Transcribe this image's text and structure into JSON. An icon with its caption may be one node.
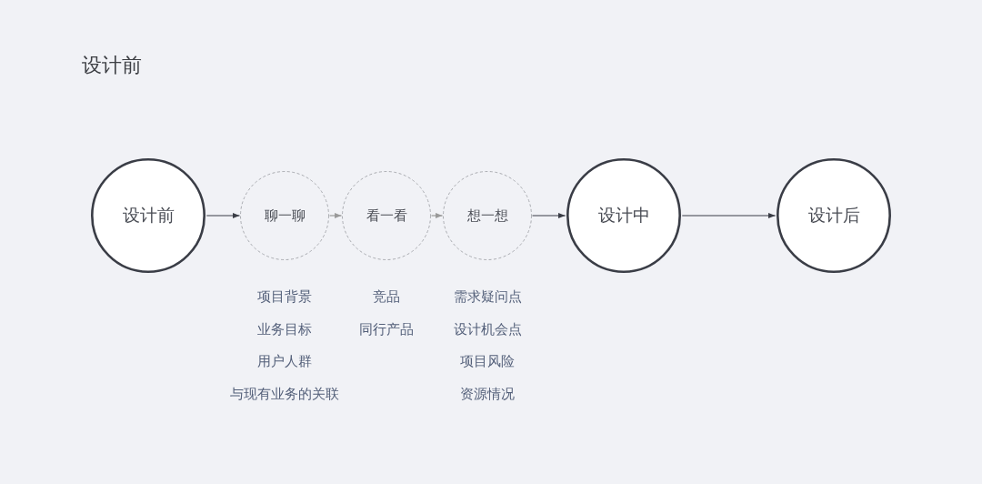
{
  "diagram": {
    "title": "设计前",
    "nodes": [
      {
        "text": [
          "设计前"
        ]
      },
      {
        "text": [
          "聊一聊"
        ],
        "beside": [
          "项目背景",
          "业务目标",
          "用户人群",
          "与现有业务的关联"
        ]
      },
      {
        "text": [
          "看一看"
        ],
        "beside": [
          "竞品",
          "同行产品"
        ]
      },
      {
        "text": [
          "想一想"
        ],
        "beside": [
          "需求疑问点",
          "设计机会点",
          "项目风险",
          "资源情况"
        ]
      },
      {
        "text": [
          "设计中"
        ]
      },
      {
        "text": [
          "设计后"
        ]
      }
    ],
    "edges": [
      {
        "from": 0,
        "to": 1,
        "arrow": "to"
      },
      {
        "from": 1,
        "to": 2,
        "arrow": "to",
        "color": "#9a9a9a"
      },
      {
        "from": 2,
        "to": 3,
        "arrow": "to",
        "color": "#9a9a9a"
      },
      {
        "from": 3,
        "to": 4,
        "arrow": "to"
      },
      {
        "from": 4,
        "to": 5,
        "arrow": "to"
      }
    ]
  }
}
